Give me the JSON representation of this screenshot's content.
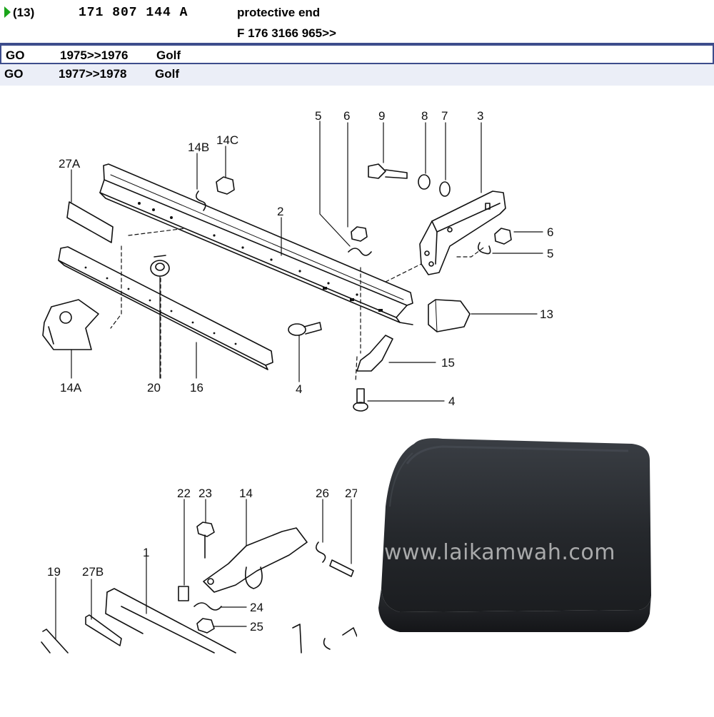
{
  "part": {
    "position": "(13)",
    "number": "171  807  144  A",
    "description": "protective end",
    "supersession": "F 176 3166 965>>"
  },
  "applications": [
    {
      "model_code": "GO",
      "years": "1975>>1976",
      "model": "Golf"
    },
    {
      "model_code": "GO",
      "years": "1977>>1978",
      "model": "Golf"
    }
  ],
  "diagram": {
    "labels": {
      "l5a": "5",
      "l6a": "6",
      "l9": "9",
      "l8": "8",
      "l7": "7",
      "l3": "3",
      "l14b": "14B",
      "l14c": "14C",
      "l27a": "27A",
      "l2": "2",
      "l6b": "6",
      "l5b": "5",
      "l13": "13",
      "l15": "15",
      "l4a": "4",
      "l4b": "4",
      "l14a": "14A",
      "l20": "20",
      "l16": "16",
      "l22": "22",
      "l23": "23",
      "l14": "14",
      "l26": "26",
      "l27": "27",
      "l19": "19",
      "l27b": "27B",
      "l1": "1",
      "l24": "24",
      "l25": "25"
    }
  },
  "photo": {
    "watermark": "www.laikamwah.com",
    "colors": {
      "part": "#1e2125",
      "highlight": "#3a3e44"
    }
  }
}
